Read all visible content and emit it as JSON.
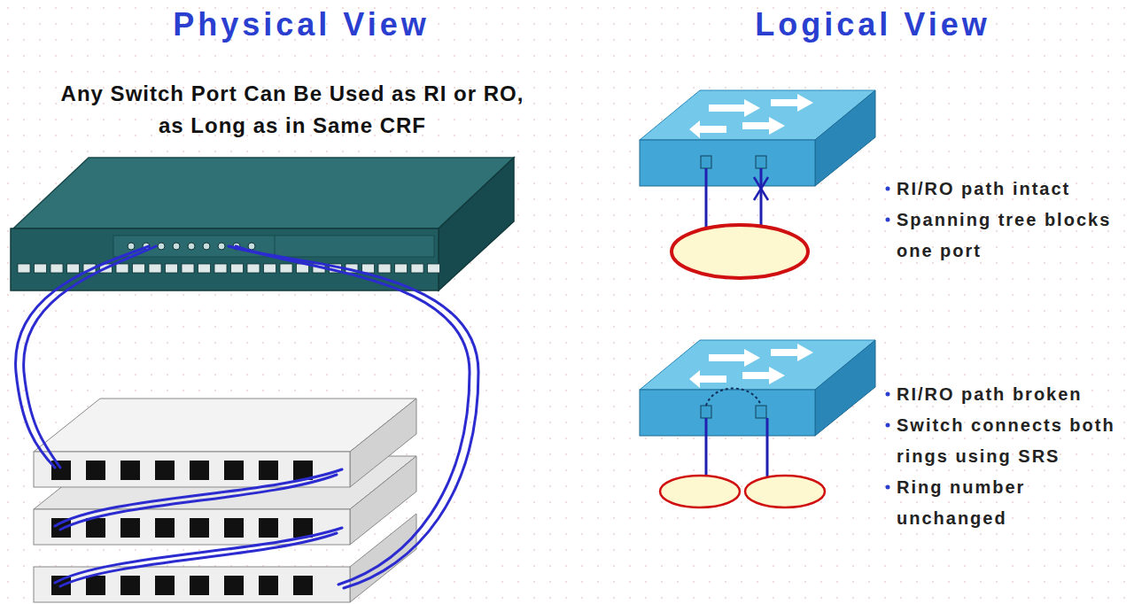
{
  "diagram": {
    "labels": [
      "Physical View",
      "Logical View",
      "Any Switch Port Can Be Used as RI or RO, as Long as in Same CRF",
      "RI/RO path intact",
      "Spanning tree blocks one port",
      "RI/RO path broken",
      "Switch connects both rings using SRS",
      "Ring number unchanged"
    ]
  }
}
